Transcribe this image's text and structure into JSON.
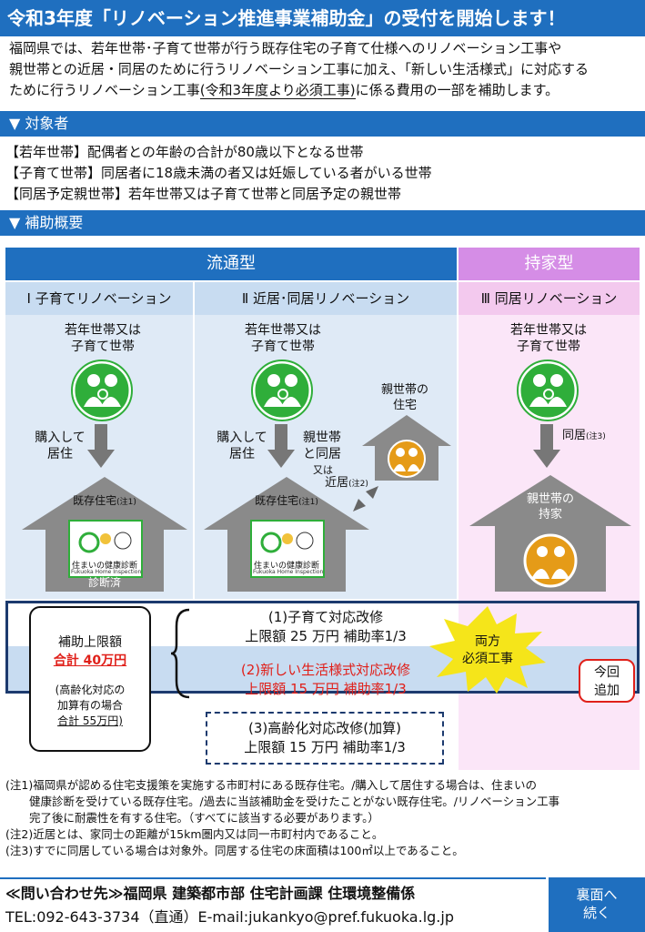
{
  "header": {
    "title": "令和3年度「リノベーション推進事業補助金」の受付を開始します！"
  },
  "intro": {
    "line1": "福岡県では、若年世帯･子育て世帯が行う既存住宅の子育て仕様へのリノベーション工事や",
    "line2": "親世帯との近居・同居のために行うリノベーション工事に加え、「新しい生活様式」に対応する",
    "line3a": "ために行うリノベーション工事",
    "line3b": "(令和3年度より必須工事)",
    "line3c": "に係る費用の一部を補助します。"
  },
  "targets": {
    "heading": "▼ 対象者",
    "items": [
      "【若年世帯】配偶者との年齢の合計が80歳以下となる世帯",
      "【子育て世帯】同居者に18歳未満の者又は妊娠している者がいる世帯",
      "【同居予定親世帯】若年世帯又は子育て世帯と同居予定の親世帯"
    ]
  },
  "overview": {
    "heading": "▼ 補助概要"
  },
  "types": {
    "ryutsu": "流通型",
    "mochiie": "持家型",
    "col1": "Ⅰ 子育てリノベーション",
    "col2": "Ⅱ 近居･同居リノベーション",
    "col3": "Ⅲ 同居リノベーション"
  },
  "diagram": {
    "young": "若年世帯又は",
    "young2": "子育て世帯",
    "buy": "購入して",
    "live": "居住",
    "existing": "既存住宅",
    "note1": "(注1)",
    "diagnosed": "診断済",
    "parent_label": "親世帯",
    "parent_label2": "と同居",
    "or": "又は",
    "near": "近居",
    "note2": "(注2)",
    "parent_home": "親世帯の",
    "parent_home2": "住宅",
    "cohabit": "同居",
    "note3": "(注3)",
    "parent_own": "親世帯の",
    "parent_own2": "持家",
    "logo_text": "住まいの健康診断",
    "logo_sub": "Fukuoka Home Inspection"
  },
  "subsidy": {
    "limit_title": "補助上限額",
    "limit_total": "合計 40万円",
    "limit_note1": "(高齢化対応の",
    "limit_note2": "加算有の場合",
    "limit_note3": "合計 55万円)",
    "item1_title": "(1)子育て対応改修",
    "item1_detail": "上限額 25 万円  補助率1/3",
    "item2_title": "(2)新しい生活様式対応改修",
    "item2_detail": "上限額 15 万円  補助率1/3",
    "item3_title": "(3)高齢化対応改修(加算)",
    "item3_detail": "上限額 15 万円  補助率1/3",
    "both": "両方",
    "required": "必須工事",
    "new1": "今回",
    "new2": "追加"
  },
  "notes": {
    "n1a": "(注1)福岡県が認める住宅支援策を実施する市町村にある既存住宅。/購入して居住する場合は、住まいの",
    "n1b": "健康診断を受けている既存住宅。/過去に当該補助金を受けたことがない既存住宅。/リノベーション工事",
    "n1c": "完了後に耐震性を有する住宅。（すべてに該当する必要があります。）",
    "n2": "(注2)近居とは、家同士の距離が15km圏内又は同一市町村内であること。",
    "n3": "(注3)すでに同居している場合は対象外。同居する住宅の床面積は100㎡以上であること。"
  },
  "footer": {
    "contact": "≪問い合わせ先≫福岡県 建築都市部 住宅計画課 住環境整備係",
    "tel": "TEL:092-643-3734（直通）E-mail:jukankyo@pref.fukuoka.lg.jp",
    "back1": "裏面へ",
    "back2": "続く"
  },
  "colors": {
    "blue": "#1f6fbf",
    "green": "#2fae3a",
    "orange": "#e59b18",
    "red": "#e0201a",
    "pink": "#fbe6f8",
    "purple": "#d58de6"
  }
}
